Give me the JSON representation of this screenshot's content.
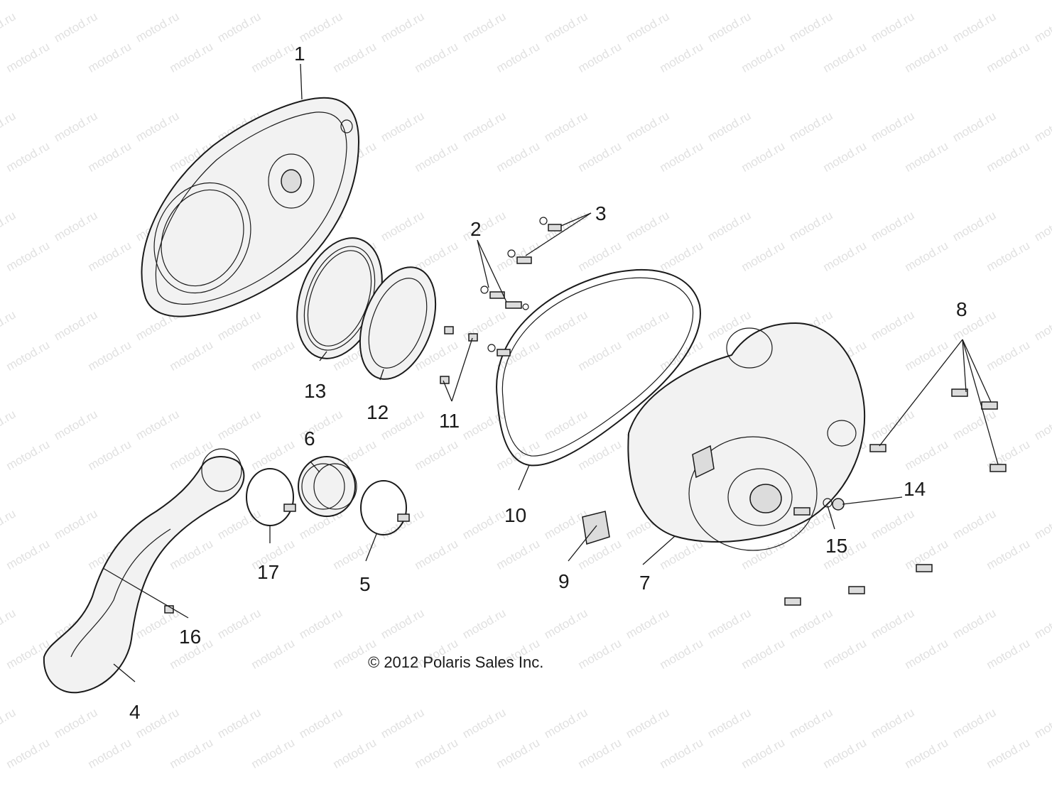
{
  "diagram": {
    "copyright": "© 2012 Polaris Sales Inc.",
    "watermark_text": "motod.ru",
    "callouts": {
      "c1": "1",
      "c2": "2",
      "c3": "3",
      "c4": "4",
      "c5": "5",
      "c6": "6",
      "c7": "7",
      "c8": "8",
      "c9": "9",
      "c10": "10",
      "c11": "11",
      "c12": "12",
      "c13": "13",
      "c14": "14",
      "c15": "15",
      "c16": "16",
      "c17": "17"
    }
  }
}
